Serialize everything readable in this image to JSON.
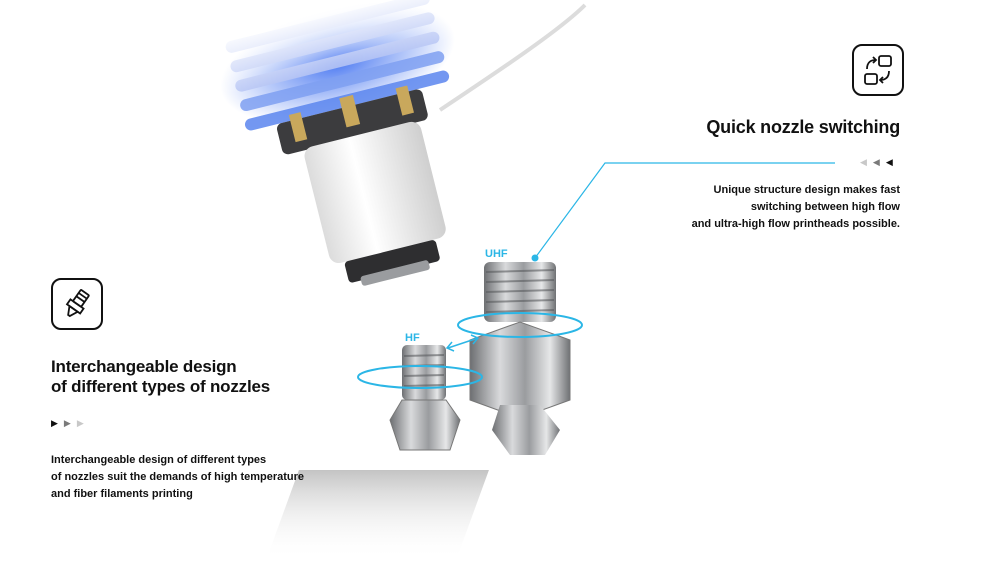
{
  "right_feature": {
    "icon": "swap-icon",
    "title": "Quick nozzle switching",
    "desc_lines": [
      "Unique structure design makes fast",
      "switching between high flow",
      "and ultra-high flow printheads possible."
    ],
    "arrows": [
      "◀",
      "◀",
      "◀"
    ]
  },
  "left_feature": {
    "icon": "nozzle-icon",
    "title_lines": [
      "Interchangeable design",
      "of different types of nozzles"
    ],
    "desc_lines": [
      "Interchangeable design of different types",
      "of nozzles suit the demands of high temperature",
      "and fiber filaments printing"
    ],
    "arrows": [
      "▶",
      "▶",
      "▶"
    ]
  },
  "nozzle_labels": {
    "uhf": "UHF",
    "hf": "HF"
  },
  "colors": {
    "accent": "#2bb6e6",
    "text": "#111111",
    "glow": "#3a6cf0"
  }
}
